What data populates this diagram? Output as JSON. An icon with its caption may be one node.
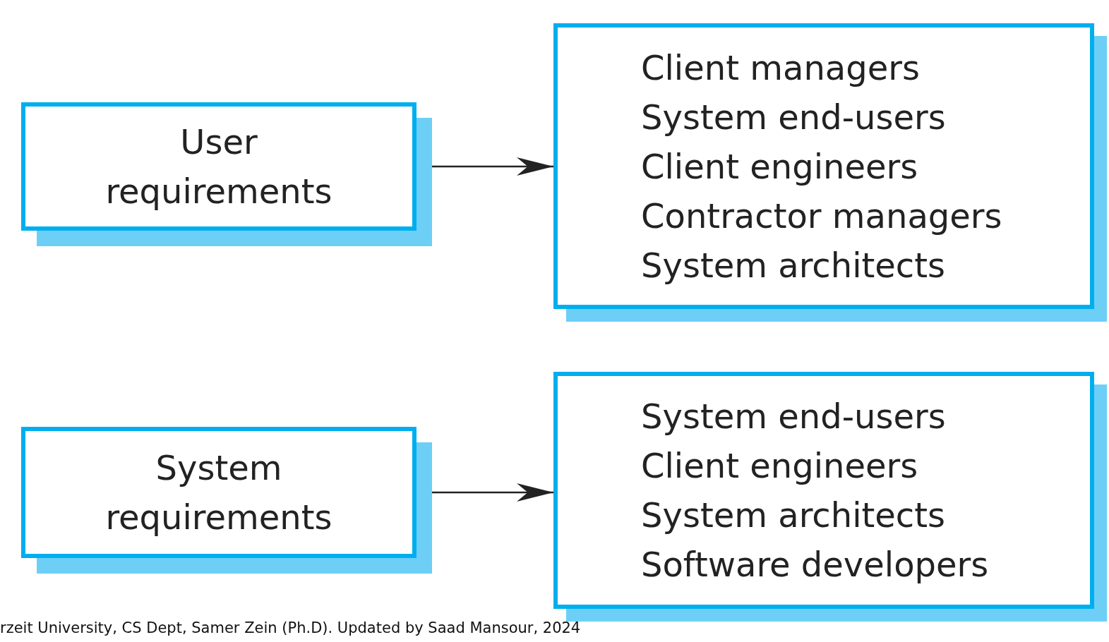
{
  "diagram": {
    "nodes": [
      {
        "text": [
          "User requirements"
        ]
      },
      {
        "text": [
          "Client managers",
          "System end-users",
          "Client engineers",
          "Contractor managers",
          "System architects"
        ]
      },
      {
        "text": [
          "System requirements"
        ]
      },
      {
        "text": [
          "System end-users",
          "Client engineers",
          "System architects",
          "Software developers"
        ]
      }
    ],
    "edges": [
      {
        "from": 0,
        "to": 1,
        "arrow": "to"
      },
      {
        "from": 2,
        "to": 3,
        "arrow": "to"
      }
    ],
    "labels": [
      "rzeit University, CS Dept, Samer Zein (Ph.D). Updated by Saad Mansour, 2024"
    ]
  }
}
